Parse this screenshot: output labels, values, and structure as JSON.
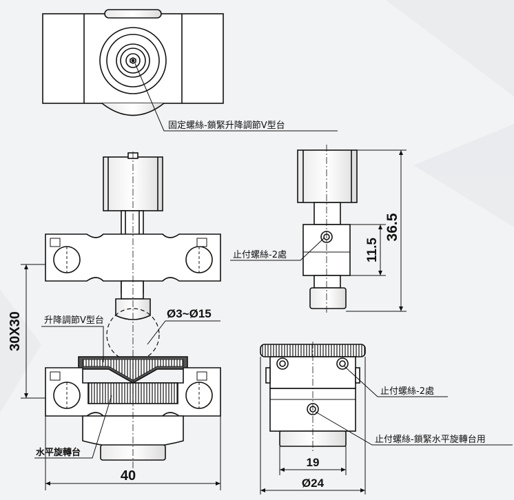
{
  "labels": {
    "top_screw": "固定螺絲-鎖緊升降調節V型台",
    "side_screw": "止付螺絲-2處",
    "vblock": "升降調節V型台",
    "rotation_stage": "水平旋轉台",
    "right_screw": "止付螺絲-2處",
    "right_screw_lock": "止付螺絲-鎖緊水平旋轉台用"
  },
  "dimensions": {
    "range": "Ø3~Ø15",
    "height_30": "30X30",
    "width_40": "40",
    "side_11_5": "11.5",
    "side_36_5": "36.5",
    "width_19": "19",
    "dia_24": "Ø24"
  },
  "colors": {
    "background": "#f2f3f5",
    "line": "#111111",
    "part_fill": "#ffffff",
    "shade": "#d8d8d8",
    "knurl": "#555555"
  }
}
